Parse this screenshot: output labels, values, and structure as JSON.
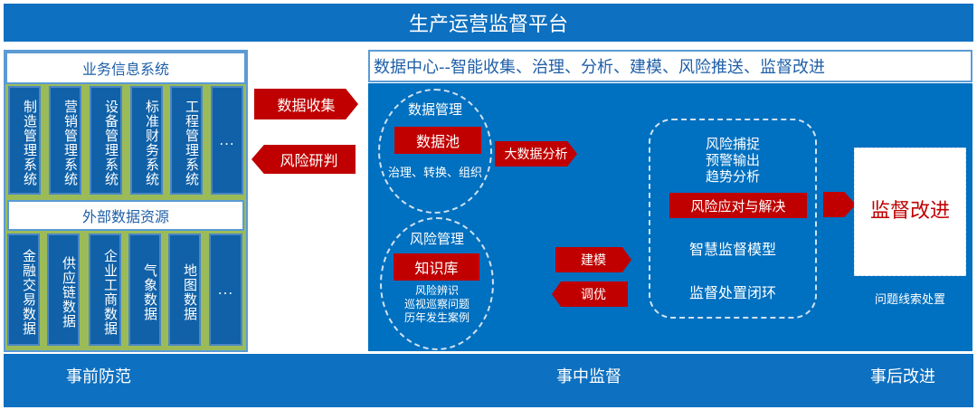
{
  "title": "生产运营监督平台",
  "left": {
    "header1": "业务信息系统",
    "systems": [
      "制造管理系统",
      "营销管理系统",
      "设备管理系统",
      "标准财务系统",
      "工程管理系统",
      "..."
    ],
    "header2": "外部数据资源",
    "external": [
      "金融交易数据",
      "供应链数据",
      "企业工商数据",
      "气象数据",
      "地图数据",
      "..."
    ]
  },
  "arrows": {
    "collect": "数据收集",
    "judge": "风险研判",
    "bigdata": "大数据分析",
    "model": "建模",
    "tune": "调优"
  },
  "center": {
    "header": "数据中心--智能收集、治理、分析、建模、风险推送、监督改进",
    "data_mgmt": "数据管理",
    "data_pool": "数据池",
    "data_ops": "治理、转换、组织",
    "risk_mgmt": "风险管理",
    "knowledge": "知识库",
    "risk_items": [
      "风险辨识",
      "巡视巡察问题",
      "历年发生案例"
    ],
    "analysis": [
      "风险捕捉",
      "预警输出",
      "趋势分析"
    ],
    "response": "风险应对与解决",
    "model": "智慧监督模型",
    "loop": "监督处置闭环",
    "improve": "监督改进",
    "clues": "问题线索处置"
  },
  "bottom": [
    "事前防范",
    "事中监督",
    "事后改进"
  ],
  "colors": {
    "blue": "#0070c0",
    "red": "#c00000",
    "green": "#9bbb59"
  }
}
